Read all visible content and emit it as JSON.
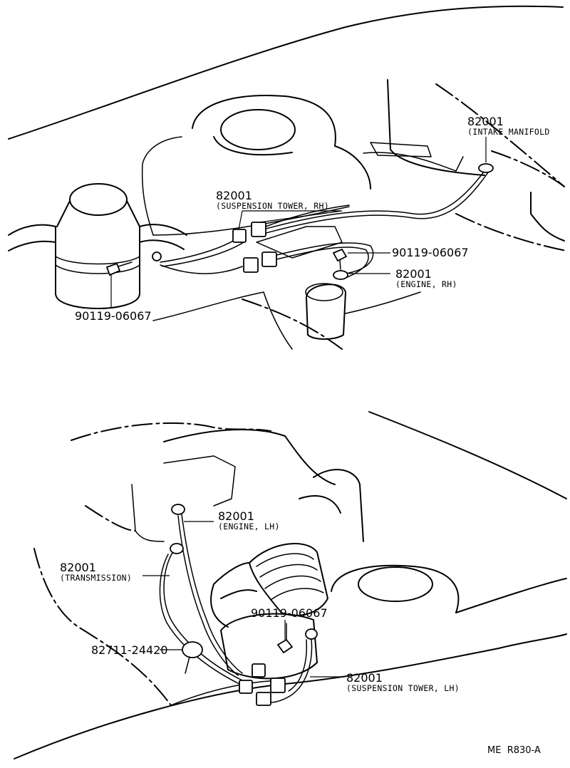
{
  "top_callouts": [
    {
      "id": "intake-manifold",
      "part_number": "82001",
      "description": "(INTAKE MANIFOLD"
    },
    {
      "id": "suspension-tower-rh",
      "part_number": "82001",
      "description": "(SUSPENSION TOWER, RH)"
    },
    {
      "id": "bolt-top-right",
      "part_number": "90119-06067",
      "description": ""
    },
    {
      "id": "engine-rh",
      "part_number": "82001",
      "description": "(ENGINE, RH)"
    },
    {
      "id": "bolt-top-left",
      "part_number": "90119-06067",
      "description": ""
    }
  ],
  "bottom_callouts": [
    {
      "id": "engine-lh",
      "part_number": "82001",
      "description": "(ENGINE, LH)"
    },
    {
      "id": "transmission",
      "part_number": "82001",
      "description": "(TRANSMISSION)"
    },
    {
      "id": "bolt-bottom",
      "part_number": "90119-06067",
      "description": ""
    },
    {
      "id": "clamp",
      "part_number": "82711-24420",
      "description": ""
    },
    {
      "id": "suspension-tower-lh",
      "part_number": "82001",
      "description": "(SUSPENSION TOWER, LH)"
    }
  ],
  "reference_code": "ME  R830-A"
}
